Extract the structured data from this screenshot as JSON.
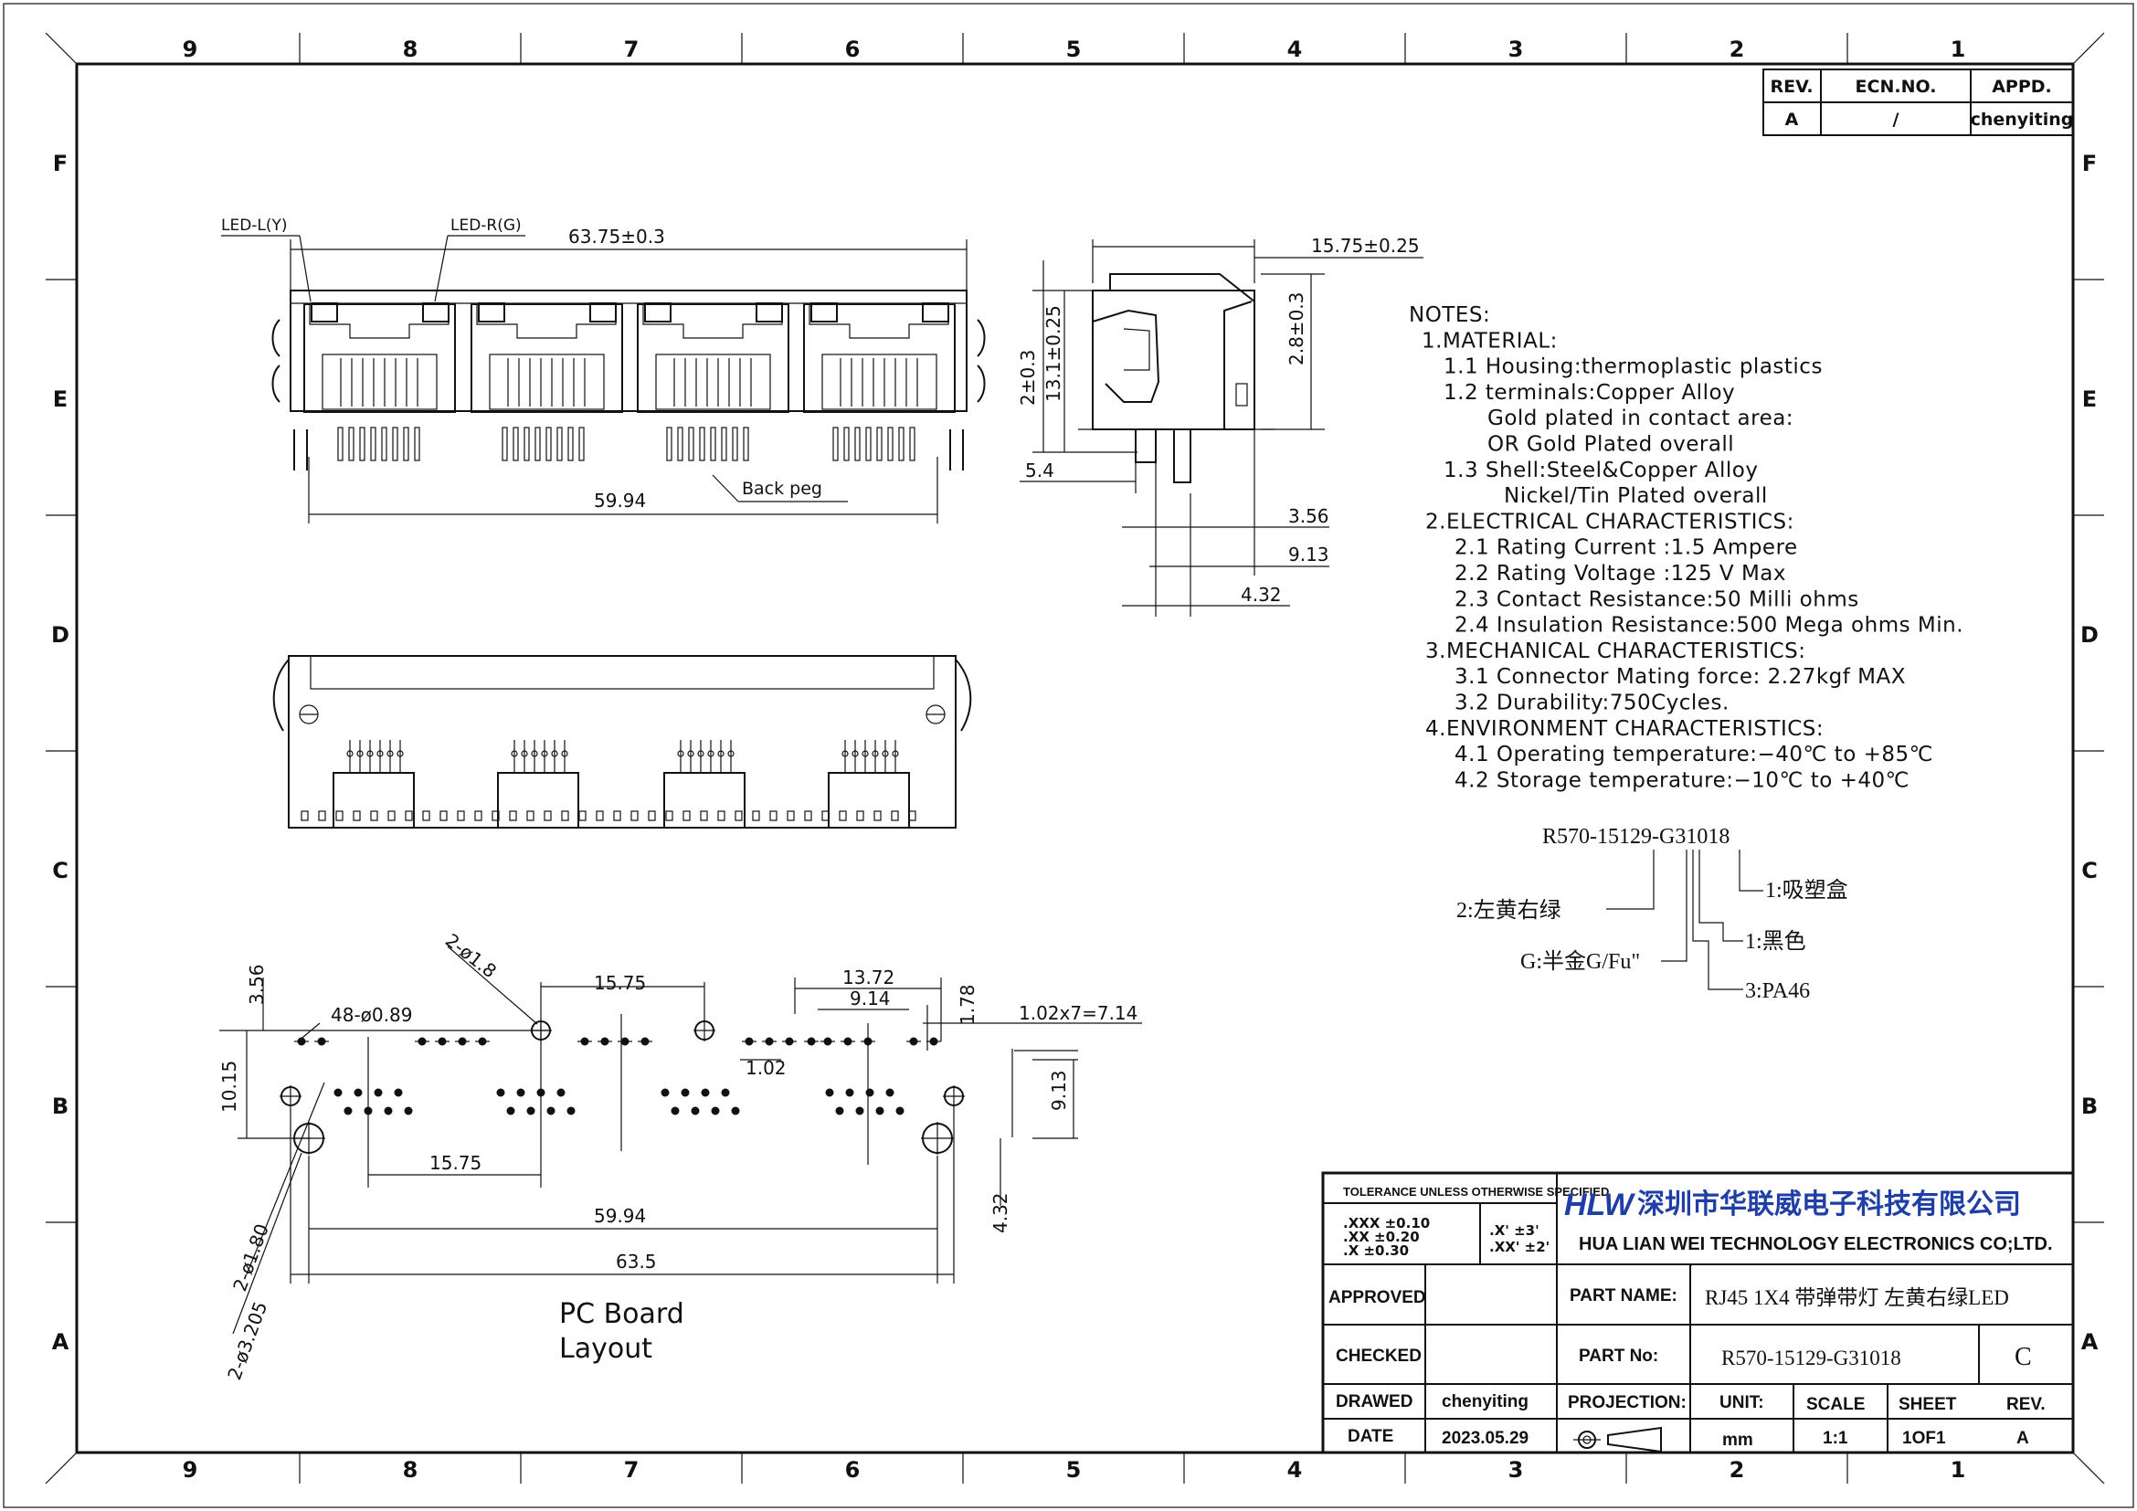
{
  "border": {
    "columns": [
      "9",
      "8",
      "7",
      "6",
      "5",
      "4",
      "3",
      "2",
      "1"
    ],
    "rows": [
      "F",
      "E",
      "D",
      "C",
      "B",
      "A"
    ]
  },
  "revision_table": {
    "headers": [
      "REV.",
      "ECN.NO.",
      "APPD."
    ],
    "row": [
      "A",
      "/",
      "chenyiting"
    ]
  },
  "front_view": {
    "led_left": "LED-L(Y)",
    "led_right": "LED-R(G)",
    "width_dim": "63.75±0.3",
    "peg_dim": "59.94",
    "back_peg": "Back peg"
  },
  "side_view": {
    "depth_dim": "15.75±0.25",
    "dims": [
      "2±0.3",
      "13.1±0.25",
      "2.8±0.3",
      "5.4",
      "3.56",
      "9.13",
      "4.32"
    ]
  },
  "notes": [
    "NOTES:",
    "1.MATERIAL:",
    "1.1  Housing:thermoplastic  plastics",
    "1.2  terminals:Copper  Alloy",
    "Gold  plated  in  contact  area:",
    "OR  Gold    Plated  overall",
    "1.3  Shell:Steel&Copper  Alloy",
    "Nickel/Tin  Plated  overall",
    "2.ELECTRICAL  CHARACTERISTICS:",
    "2.1  Rating  Current  :1.5  Ampere",
    "2.2  Rating  Voltage  :125  V  Max",
    "2.3  Contact  Resistance:50  Milli  ohms",
    "2.4  Insulation  Resistance:500  Mega  ohms  Min.",
    "3.MECHANICAL  CHARACTERISTICS:",
    "3.1  Connector  Mating  force: 2.27kgf  MAX",
    "3.2  Durability:750Cycles.",
    "4.ENVIRONMENT  CHARACTERISTICS:",
    "4.1  Operating  temperature:−40℃  to  +85℃",
    "4.2  Storage  temperature:−10℃  to  +40℃"
  ],
  "part_code": {
    "code": "R570-15129-G31018",
    "legend": [
      "2:左黄右绿",
      "G:半金G/Fu\"",
      "3:PA46",
      "1:黑色",
      "1:吸塑盒"
    ]
  },
  "pcb_layout": {
    "title_line1": "PC Board",
    "title_line2": "Layout",
    "dims": [
      "3.56",
      "48-ø0.89",
      "2-ø1.8",
      "15.75",
      "13.72",
      "9.14",
      "1.78",
      "1.02x7=7.14",
      "1.02",
      "10.15",
      "9.13",
      "15.75",
      "59.94",
      "63.5",
      "4.32",
      "2-ø1.80",
      "2-ø3.205"
    ]
  },
  "title_block": {
    "tolerance_header": "TOLERANCE  UNLESS  OTHERWISE  SPECIFIED",
    "tol_rows": [
      ".XXX  ±0.10",
      ".XX   ±0.20",
      ".X    ±0.30"
    ],
    "tol_ang": [
      ".X'   ±3'",
      ".XX'  ±2'"
    ],
    "logo": "HLW",
    "company_cn": "深圳市华联威电子科技有限公司",
    "company_en": "HUA LIAN WEI TECHNOLOGY ELECTRONICS CO;LTD.",
    "approved_label": "APPROVED",
    "checked_label": "CHECKED",
    "drawed_label": "DRAWED",
    "drawed_value": "chenyiting",
    "date_label": "DATE",
    "date_value": "2023.05.29",
    "part_name_label": "PART NAME:",
    "part_name_value": "RJ45  1X4  带弹带灯  左黄右绿LED",
    "part_no_label": "PART No:",
    "part_no_value": "R570-15129-G31018",
    "size_value": "C",
    "projection_label": "PROJECTION:",
    "unit_label": "UNIT:",
    "unit_value": "mm",
    "scale_label": "SCALE",
    "scale_value": "1:1",
    "sheet_label": "SHEET",
    "sheet_value": "1OF1",
    "rev_label": "REV.",
    "rev_value": "A"
  }
}
